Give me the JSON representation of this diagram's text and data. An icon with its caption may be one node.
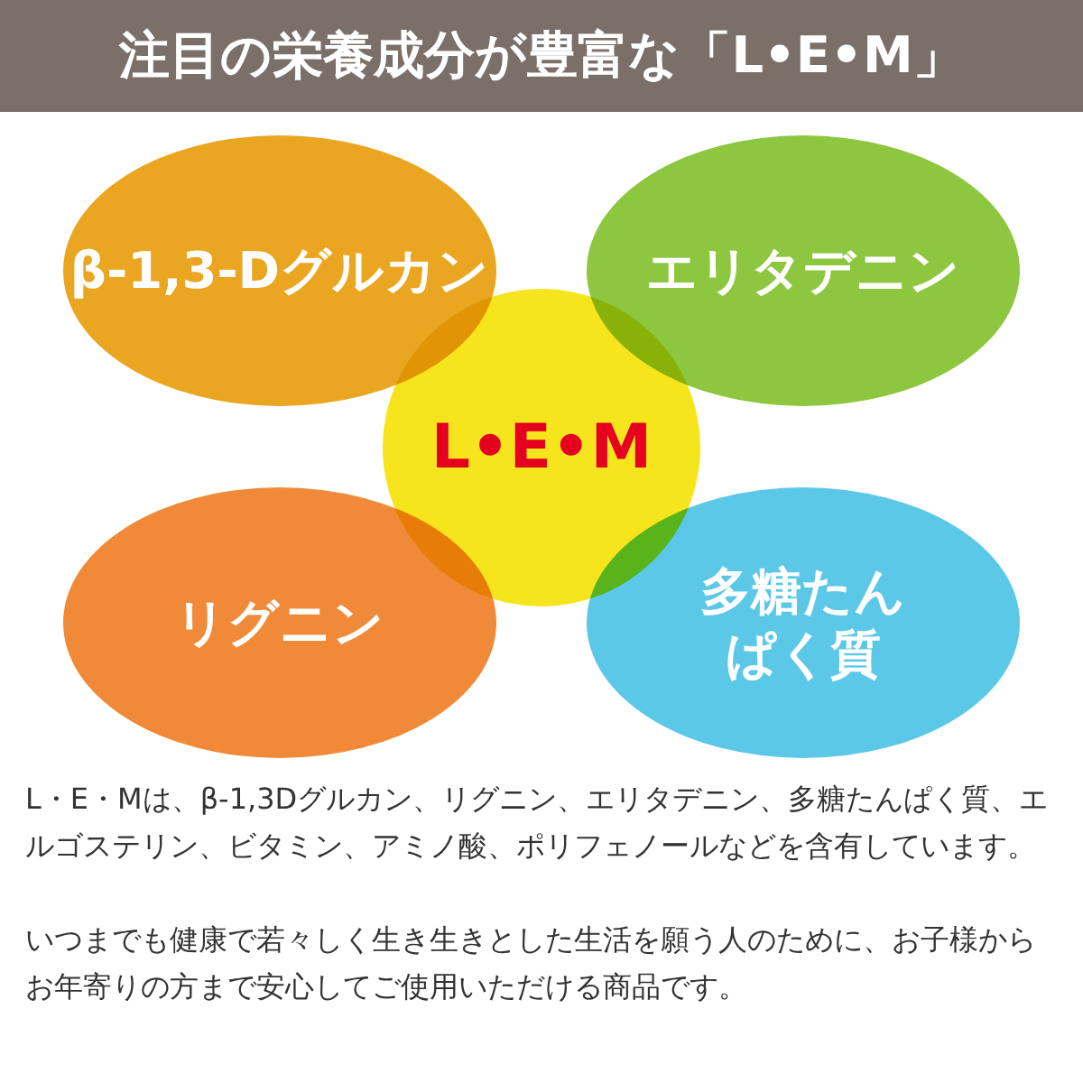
{
  "diagram": {
    "title": "注目の栄養成分が豊富な「L•E•M」",
    "nodes": [
      {
        "text": [
          "β-1,3-Dグルカン"
        ]
      },
      {
        "text": [
          "エリタデニン"
        ]
      },
      {
        "text": [
          "L•E•M"
        ]
      },
      {
        "text": [
          "リグニン"
        ]
      },
      {
        "text": [
          "多糖たんぱく質"
        ]
      }
    ],
    "labels": [
      "L・E・Mは、β-1,3Dグルカン、リグニン、エリタデニン、多糖たんぱく質、エルゴステリン、ビタミン、アミノ酸、ポリフェノールなどを含有しています。",
      "いつまでも健康で若々しく生き生きとした生活を願う人のために、お子様からお年寄りの方まで安心してご使用いただける商品です。"
    ]
  }
}
